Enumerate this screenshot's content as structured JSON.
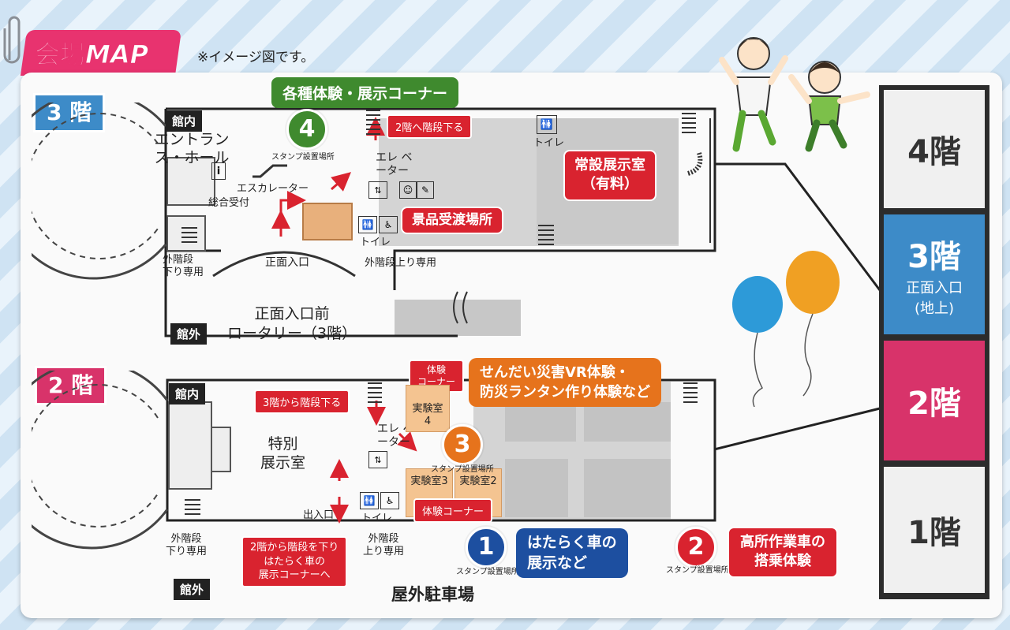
{
  "header": {
    "title_kanji": "会場",
    "title_latin": "MAP",
    "note": "※イメージ図です。"
  },
  "floor3": {
    "tag": "3 階",
    "inside_label": "館内",
    "outside_label": "館外",
    "entrance_hall": "エントランス・ホール",
    "escalator": "エスカレーター",
    "info_desk": "総合受付",
    "elevator": "エレ ベーター",
    "toilet": "トイレ",
    "toilet_2": "トイレ",
    "stairs_down_callout": "2階へ階段下る",
    "prize_callout": "景品受渡場所",
    "permanent_exhibit": [
      "常設展示室",
      "（有料）"
    ],
    "main_entrance": "正面入口",
    "outer_stairs_down": [
      "外階段",
      "下り専用"
    ],
    "outer_stairs_up": "外階段上り専用",
    "rotary": [
      "正面入口前",
      "ロータリー（3階）"
    ],
    "corner_callout": "各種体験・展示コーナー",
    "stamp_number": "4",
    "stamp_label": "スタンプ設置場所"
  },
  "floor2": {
    "tag": "2 階",
    "inside_label": "館内",
    "outside_label": "館外",
    "special_exhibit": [
      "特別",
      "展示室"
    ],
    "stairs_callout": "3階から階段下る",
    "elevator": "エレ ベーター",
    "toilet": "トイレ",
    "exit": "出入口",
    "outer_stairs_down": [
      "外階段",
      "下り専用"
    ],
    "outer_stairs_up": [
      "外階段",
      "上り専用"
    ],
    "route_callout": [
      "2階から階段を下り",
      "はたらく車の",
      "展示コーナーへ"
    ],
    "lab4": [
      "実験室",
      "4"
    ],
    "experience_corner_top": [
      "体験",
      "コーナー"
    ],
    "lab3": "実験室3",
    "lab2": "実験室2",
    "experience_corner_bottom": "体験コーナー",
    "vr_callout": [
      "せんだい災害VR体験・",
      "防災ランタン作り体験など"
    ],
    "stamp_number": "3",
    "stamp_label": "スタンプ設置場所",
    "parking": "屋外駐車場"
  },
  "outdoor": {
    "stamp1_number": "1",
    "stamp1_label": "スタンプ設置場所",
    "stamp1_callout": [
      "はたらく車の",
      "展示など"
    ],
    "stamp2_number": "2",
    "stamp2_label": "スタンプ設置場所",
    "stamp2_callout": [
      "高所作業車の",
      "搭乗体験"
    ]
  },
  "legend": {
    "f4": "4階",
    "f3": "3階",
    "f3_sub": [
      "正面入口",
      "(地上)"
    ],
    "f2": "2階",
    "f1": "1階"
  },
  "colors": {
    "pink": "#e8336f",
    "floor_pink": "#d8336a",
    "floor_blue": "#3d8bc8",
    "red": "#d9232f",
    "green": "#3f8a2e",
    "orange": "#e6731c",
    "navy": "#1d4fa0",
    "room_orange": "#f4c491"
  },
  "icons": [
    "paperclip-icon",
    "info-icon",
    "escalator-icon",
    "elevator-icon",
    "toilet-icon",
    "wheelchair-icon",
    "baby-icon",
    "nursing-icon",
    "stairs-icon",
    "spiral-stairs-icon",
    "balloon-icon",
    "children-illustration"
  ]
}
